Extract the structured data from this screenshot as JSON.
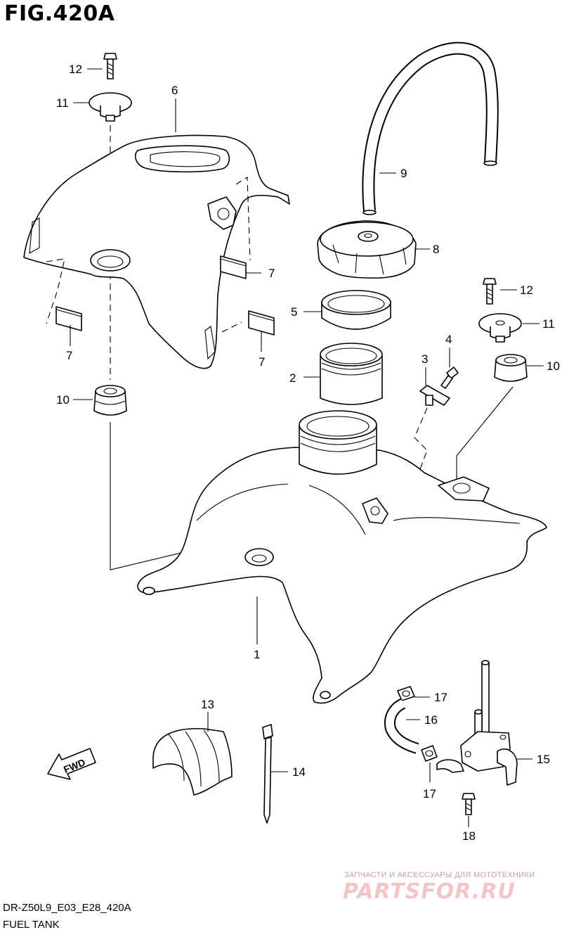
{
  "figure": {
    "title": "FIG.420A",
    "code": "DR-Z50L9_E03_E28_420A",
    "name": "FUEL TANK"
  },
  "watermark": {
    "tagline": "ЗАПЧАСТИ И АКСЕССУАРЫ ДЛЯ МОТОТЕХНИКИ",
    "logo": "PARTSFOR.RU"
  },
  "direction_badge": "FWD",
  "callouts": {
    "c1": "1",
    "c2": "2",
    "c3": "3",
    "c4": "4",
    "c5": "5",
    "c6": "6",
    "c7a": "7",
    "c7b": "7",
    "c7c": "7",
    "c8": "8",
    "c9": "9",
    "c10a": "10",
    "c10b": "10",
    "c11a": "11",
    "c11b": "11",
    "c12a": "12",
    "c12b": "12",
    "c13": "13",
    "c14": "14",
    "c15": "15",
    "c16": "16",
    "c17a": "17",
    "c17b": "17",
    "c18": "18"
  }
}
